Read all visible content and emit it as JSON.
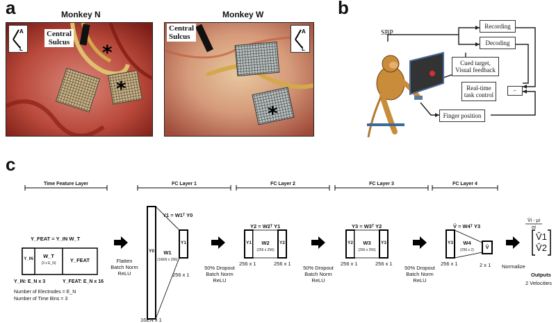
{
  "panels": {
    "a": "a",
    "b": "b",
    "c": "c"
  },
  "photos": {
    "left_title": "Monkey N",
    "right_title": "Monkey W",
    "central_sulcus": "Central\nSulcus",
    "compass_a": "A",
    "compass_l": "L",
    "star": "*"
  },
  "schematic": {
    "sbp": "SBP",
    "recording": "Recording",
    "decoding": "Decoding",
    "cued": "Cued target,\nVisual feedback",
    "realtime": "Real-time\ntask control",
    "finger": "Finger position"
  },
  "network": {
    "time_feature_title": "Time Feature Layer",
    "fc1_title": "FC Layer 1",
    "fc2_title": "FC Layer 2",
    "fc3_title": "FC Layer 3",
    "fc4_title": "FC Layer 4",
    "yfeat_eq": "Y_FEAT = Y_IN W_T",
    "yin": "Y_IN",
    "wt": "W_T",
    "wt_dim": "(3 x E_N)",
    "yfeat": "Y_FEAT",
    "yin_dim": "Y_IN: E_N x 3",
    "yfeat_dim": "Y_FEAT: E_N x 16",
    "num_electrodes": "Number of Electrodes = E_N",
    "num_bins": "Number of Time Bins = 3",
    "flatten": "Flatten\nBatch Norm\nReLU",
    "y1_eq": "Y1 = W1ᵀ Y0",
    "y0": "Y0",
    "w1": "W1",
    "w1_dim": "(16EN x 256)",
    "y1": "Y1",
    "y1_dim": "256 x 1",
    "y0_dim": "16EN x 1",
    "dropout": "50% Dropout\nBatch Norm\nReLU",
    "y2_eq": "Y2 = W2ᵀ Y1",
    "w2": "W2",
    "w2_dim": "(256 x 256)",
    "y2": "Y2",
    "y3_eq": "Y3 = W3ᵀ Y2",
    "w3": "W3",
    "w3_dim": "(256 x 256)",
    "y3": "Y3",
    "v_eq": "V̄ = W4ᵀ Y3",
    "w4": "W4",
    "w4_dim": "(256 x 2)",
    "vbar": "V̄",
    "v_dim": "2 x 1",
    "dim_256": "256 x 1",
    "norm_frac_top": "V̄i - μi",
    "norm_frac_bot": "σi",
    "normalize": "Normalize",
    "out_v1": "V̂1",
    "out_v2": "V̂2",
    "outputs": "Outputs",
    "velocities": "2 Velocities"
  }
}
